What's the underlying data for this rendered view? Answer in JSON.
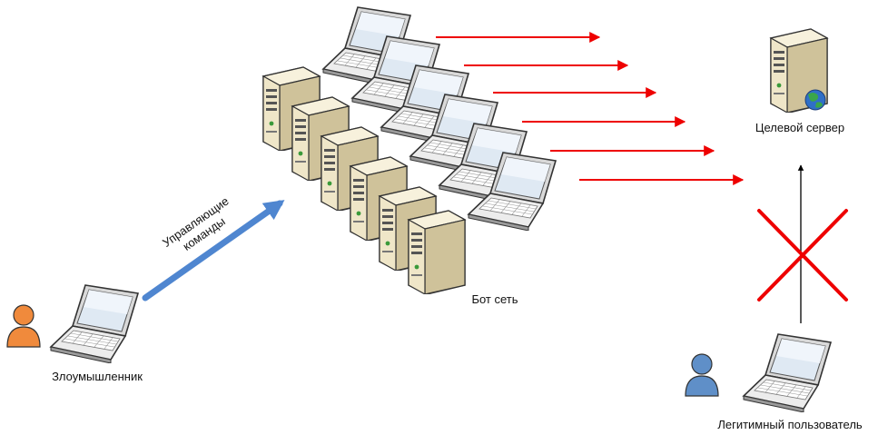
{
  "labels": {
    "attacker": "Злоумышленник",
    "commands_line1": "Управляющие",
    "commands_line2": "команды",
    "botnet": "Бот сеть",
    "target": "Целевой сервер",
    "legit": "Легитимный пользователь"
  },
  "colors": {
    "attack_arrow": "#ee0000",
    "command_arrow": "#4f86d0",
    "blocked_cross": "#ee0000",
    "legit_arrow": "#000000",
    "attacker_person": "#f08a3c",
    "legit_person": "#5f8fc8"
  },
  "icons": {
    "attacker_device": "laptop-icon",
    "bot_servers": "server-tower-icon",
    "bot_laptops": "laptop-icon",
    "target_server": "web-server-icon",
    "legit_device": "laptop-icon",
    "person": "user-icon",
    "blocked": "cross-icon"
  }
}
